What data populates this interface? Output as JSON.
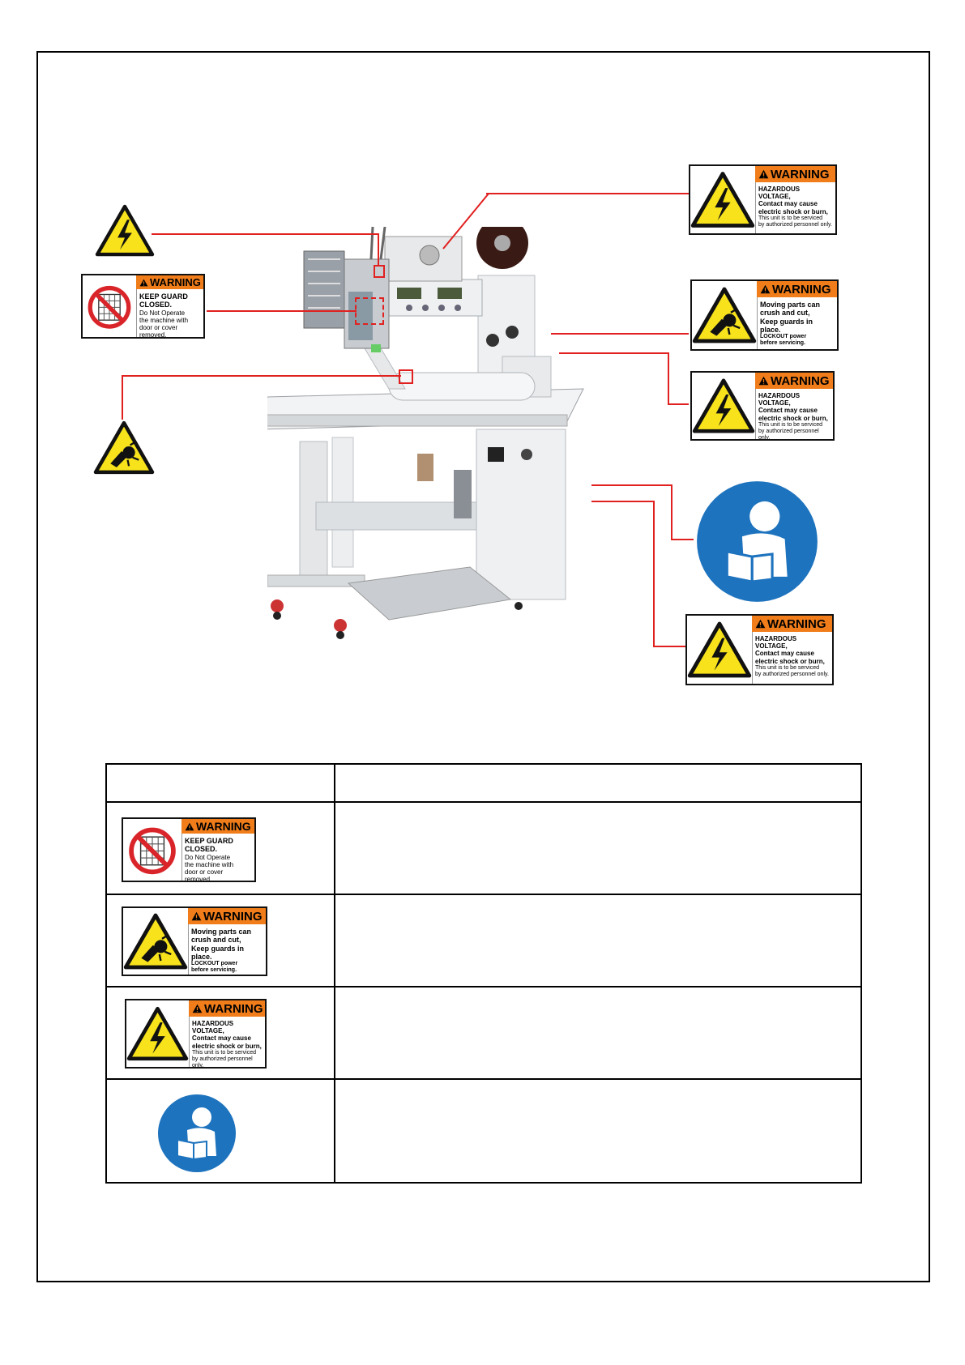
{
  "labels": {
    "keep_guard": {
      "header": "WARNING",
      "line1": "KEEP GUARD",
      "line2": "CLOSED.",
      "line3": "Do Not Operate",
      "line4": "the machine with",
      "line5": "door or cover removed."
    },
    "moving_parts": {
      "header": "WARNING",
      "line1": "Moving parts can",
      "line2": "crush and cut,",
      "line3": "Keep guards in place.",
      "line4": "LOCKOUT power",
      "line5": "before servicing."
    },
    "hazardous_voltage": {
      "header": "WARNING",
      "line1": "HAZARDOUS VOLTAGE,",
      "line2": "Contact may cause",
      "line3": "electric shock or burn,",
      "line4": "This unit is to be serviced",
      "line5": "by authorized personnel only."
    }
  },
  "icons": {
    "electric": "electric-shock-triangle-icon",
    "crush": "hand-crush-triangle-icon",
    "manual": "read-manual-icon",
    "guard": "keep-guard-prohibition-icon"
  },
  "colors": {
    "warning_orange": "#f07d1a",
    "hazard_yellow": "#f7e21c",
    "leader_red": "#e12020",
    "mandatory_blue": "#1e73be",
    "prohibit_red": "#d9252a"
  },
  "table": {
    "headers": [
      "",
      ""
    ],
    "rows": [
      {
        "symbol": "keep_guard",
        "description": ""
      },
      {
        "symbol": "moving_parts",
        "description": ""
      },
      {
        "symbol": "hazardous_voltage",
        "description": ""
      },
      {
        "symbol": "manual",
        "description": ""
      }
    ]
  }
}
